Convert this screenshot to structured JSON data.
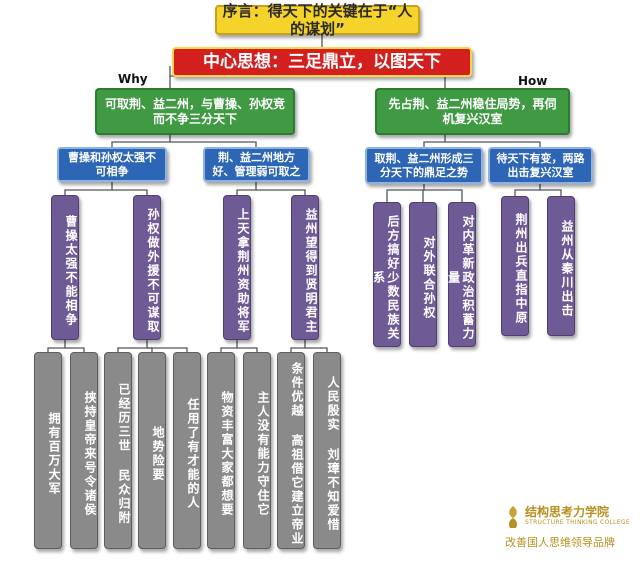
{
  "preface": "序言：得天下的关键在于“人的谋划”",
  "central": "中心思想：三足鼎立，以图天下",
  "labels": {
    "why": "Why",
    "how": "How"
  },
  "why": {
    "text": "可取荆、益二州，与曹操、孙权竞而不争三分天下",
    "reasons": [
      {
        "text": "曹操和孙权太强不可相争",
        "points": [
          {
            "text": "曹操太强不能相争",
            "details": [
              "拥有百万大军",
              "挟持皇帝来号令诸侯"
            ]
          },
          {
            "text": "孙权做外援不可谋取",
            "details": [
              "已经历三世 民众归附",
              "地势险要",
              "任用了有才能的人"
            ]
          }
        ]
      },
      {
        "text": "荆、益二州地方好、管理弱可取之",
        "points": [
          {
            "text": "上天拿荆州资助将军",
            "details": [
              "物资丰富大家都想要",
              "主人没有能力守住它"
            ]
          },
          {
            "text": "益州望得到贤明君主",
            "details": [
              "条件优越 高祖借它建立帝业",
              "人民殷实 刘璋不知爱惜"
            ]
          }
        ]
      }
    ]
  },
  "how": {
    "text": "先占荆、益二州稳住局势，再伺机复兴汉室",
    "steps": [
      {
        "text": "取荆、益二州形成三分天下的鼎足之势",
        "points": [
          "后方搞好少数民族关系",
          "对外联合孙权",
          "对内革新政治积蓄力量"
        ]
      },
      {
        "text": "待天下有变，两路出击复兴汉室",
        "points": [
          "荆州出兵直指中原",
          "益州从秦川出击"
        ]
      }
    ]
  },
  "brand": {
    "name_cn": "结构思考力学院",
    "name_en": "STRUCTURE THINKING COLLEGE",
    "slogan": "改善国人思维领导品牌"
  }
}
